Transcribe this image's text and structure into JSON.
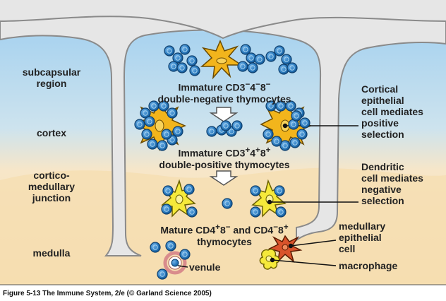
{
  "regions": {
    "subcapsular": [
      "subcapsular",
      "region"
    ],
    "cortex": [
      "cortex"
    ],
    "corticomedullary": [
      "cortico-",
      "medullary",
      "junction"
    ],
    "medulla": [
      "medulla"
    ]
  },
  "stages": {
    "double_negative": {
      "line1": {
        "pre": "Immature CD3",
        "s1": "−",
        "mid1": "4",
        "s2": "−",
        "mid2": "8",
        "s3": "−"
      },
      "line2": "double-negative thymocytes"
    },
    "double_positive": {
      "line1": {
        "pre": "Immature CD3",
        "s1": "+",
        "mid1": "4",
        "s2": "+",
        "mid2": "8",
        "s3": "+"
      },
      "line2": "double-positive thymocytes"
    },
    "mature": {
      "line1": {
        "pre": "Mature CD4",
        "s1": "+",
        "mid1": "8",
        "s2": "−",
        "mid2": " and CD4",
        "s3": "−",
        "mid3": "8",
        "s4": "+"
      },
      "line2": "thymocytes"
    }
  },
  "annotations": {
    "cortical": [
      "Cortical",
      "epithelial",
      "cell mediates",
      "positive",
      "selection"
    ],
    "dendritic": [
      "Dendritic",
      "cell mediates",
      "negative",
      "selection"
    ],
    "medullary": [
      "medullary",
      "epithelial",
      "cell"
    ],
    "macrophage": "macrophage",
    "venule": "venule"
  },
  "caption": "Figure 5-13  The Immune System, 2/e (© Garland Science 2005)",
  "colors": {
    "thymocyte": "#1f6fb4",
    "epithelial": "#f2b51c",
    "dendritic": "#f5e93a",
    "medullary_epithelial": "#d9532b",
    "venule": "#d98c8c",
    "capsule": "#e6e6e6",
    "cortex_bg": "#a9d3ef",
    "medulla_bg": "#f6ddb0"
  }
}
